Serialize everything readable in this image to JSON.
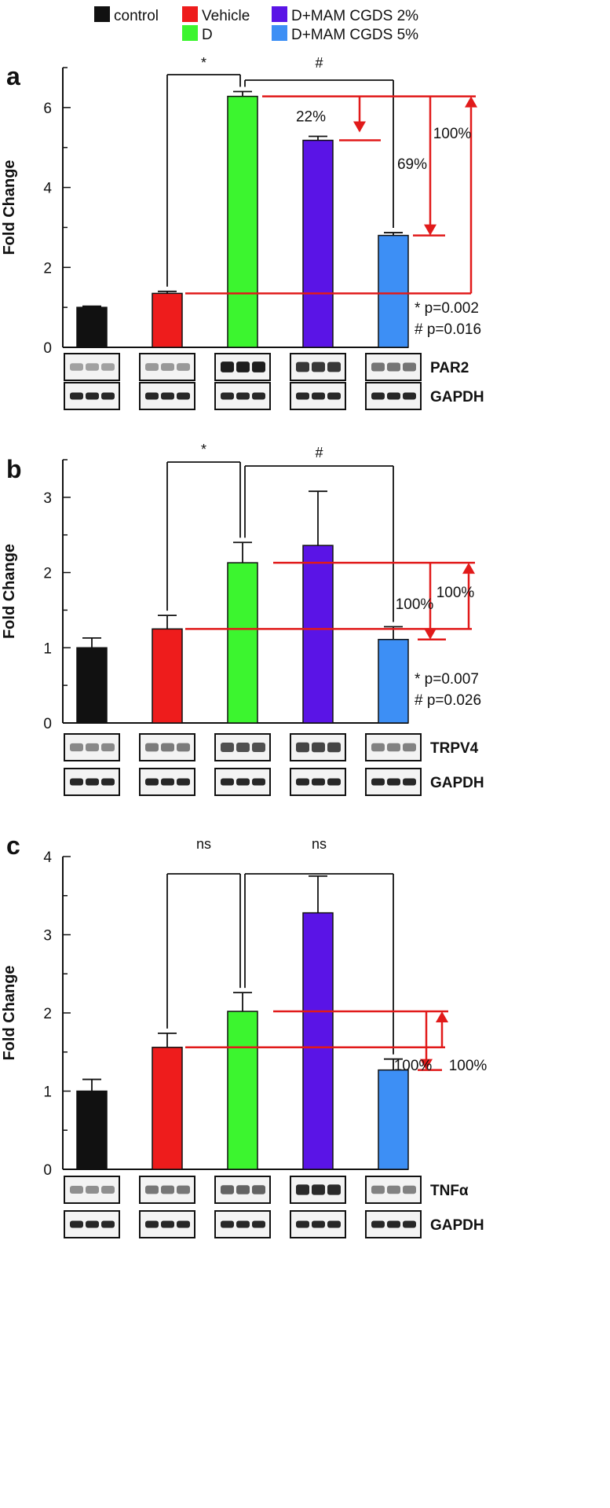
{
  "colors": {
    "control": "#111111",
    "vehicle": "#ee1c1c",
    "d": "#3cf52f",
    "cgds2": "#5a14e6",
    "cgds5": "#3d8ff5",
    "annotation": "#e11a1a"
  },
  "legend": [
    {
      "label": "control",
      "color": "#111111"
    },
    {
      "label": "Vehicle",
      "color": "#ee1c1c"
    },
    {
      "label": "D",
      "color": "#3cf52f"
    },
    {
      "label": "D+MAM CGDS 2%",
      "color": "#5a14e6"
    },
    {
      "label": "D+MAM CGDS 5%",
      "color": "#3d8ff5"
    }
  ],
  "chart_data": [
    {
      "type": "bar",
      "panel_letter": "a",
      "ylabel": "Fold Change",
      "ylim": [
        0,
        7
      ],
      "yticks": [
        0,
        2,
        4,
        6
      ],
      "categories": [
        "control",
        "Vehicle",
        "D",
        "D+MAM CGDS 2%",
        "D+MAM CGDS 5%"
      ],
      "values": [
        1.0,
        1.35,
        6.28,
        5.18,
        2.8
      ],
      "errors": [
        0.03,
        0.05,
        0.12,
        0.1,
        0.07
      ],
      "significance": [
        {
          "from": 1,
          "to": 2,
          "label": "*"
        },
        {
          "from": 2,
          "to": 4,
          "label": "#"
        }
      ],
      "annotations": [
        "22%",
        "69%",
        "100%"
      ],
      "stats": [
        "* p=0.002",
        "# p=0.016"
      ],
      "blots": [
        "PAR2",
        "GAPDH"
      ]
    },
    {
      "type": "bar",
      "panel_letter": "b",
      "ylabel": "Fold Change",
      "ylim": [
        0,
        3.5
      ],
      "yticks": [
        0,
        1,
        2,
        3
      ],
      "categories": [
        "control",
        "Vehicle",
        "D",
        "D+MAM CGDS 2%",
        "D+MAM CGDS 5%"
      ],
      "values": [
        1.0,
        1.25,
        2.13,
        2.36,
        1.11
      ],
      "errors": [
        0.13,
        0.18,
        0.27,
        0.72,
        0.17
      ],
      "significance": [
        {
          "from": 1,
          "to": 2,
          "label": "*"
        },
        {
          "from": 2,
          "to": 4,
          "label": "#"
        }
      ],
      "annotations": [
        "100%",
        "100%"
      ],
      "stats": [
        "* p=0.007",
        "# p=0.026"
      ],
      "blots": [
        "TRPV4",
        "GAPDH"
      ]
    },
    {
      "type": "bar",
      "panel_letter": "c",
      "ylabel": "Fold Change",
      "ylim": [
        0,
        4
      ],
      "yticks": [
        0,
        1,
        2,
        3,
        4
      ],
      "categories": [
        "control",
        "Vehicle",
        "D",
        "D+MAM CGDS 2%",
        "D+MAM CGDS 5%"
      ],
      "values": [
        1.0,
        1.56,
        2.02,
        3.28,
        1.27
      ],
      "errors": [
        0.15,
        0.18,
        0.24,
        0.47,
        0.14
      ],
      "significance": [
        {
          "from": 1,
          "to": 2,
          "label": "ns"
        },
        {
          "from": 2,
          "to": 4,
          "label": "ns"
        }
      ],
      "annotations": [
        "100%",
        "100%"
      ],
      "stats": [],
      "blots": [
        "TNFα",
        "GAPDH"
      ]
    }
  ]
}
